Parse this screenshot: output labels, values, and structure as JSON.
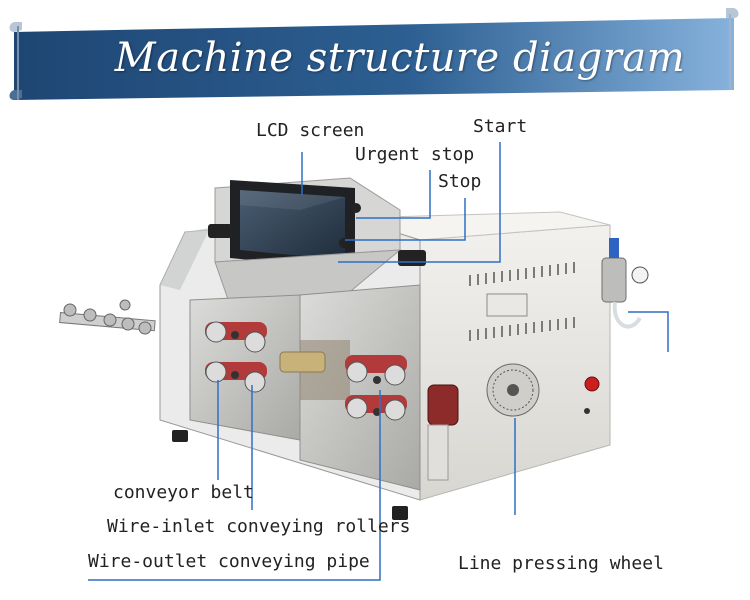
{
  "banner": {
    "title": "Machine structure diagram",
    "colors": {
      "dark": "#1e4673",
      "light": "#6f9fcf"
    }
  },
  "labels": {
    "lcd_screen": "LCD screen",
    "start": "Start",
    "urgent_stop": "Urgent stop",
    "stop": "Stop",
    "conveyor_belt": "conveyor belt",
    "wire_inlet_rollers": "Wire-inlet conveying rollers",
    "wire_outlet_pipe": "Wire-outlet conveying pipe",
    "line_pressing_wheel": "Line pressing wheel"
  },
  "colors": {
    "leader_line": "#2f6fc4",
    "machine_body": "#e8e6e2",
    "panel": "#c9c9c7",
    "roller_red": "#b23a3a",
    "screen": "#2e3f52",
    "text": "#222222"
  }
}
